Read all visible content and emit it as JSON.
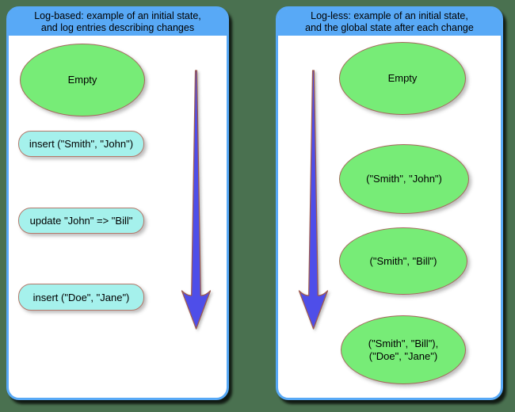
{
  "colors": {
    "background": "#4A7150",
    "panel_background": "#FFFFFF",
    "panel_border": "#58A9F6",
    "header_background": "#58A9F6",
    "state_ellipse_fill": "#77EC77",
    "state_ellipse_border": "#A5685C",
    "log_box_fill": "#A5F1EC",
    "log_box_border": "#B4796B",
    "arrow_fill": "#4E4EE9",
    "arrow_outline": "#9D5A4F",
    "text": "#000000"
  },
  "left_panel": {
    "title_line1": "Log-based: example of an initial state,",
    "title_line2": "and log entries describing changes",
    "initial_state": "Empty",
    "log_entries": [
      "insert (\"Smith\", \"John\")",
      "update \"John\" => \"Bill\"",
      "insert (\"Doe\", \"Jane\")"
    ]
  },
  "right_panel": {
    "title_line1": "Log-less: example of an initial state,",
    "title_line2": "and the global state after each change",
    "states": [
      {
        "lines": [
          "Empty"
        ]
      },
      {
        "lines": [
          "(\"Smith\", \"John\")"
        ]
      },
      {
        "lines": [
          "(\"Smith\", \"Bill\")"
        ]
      },
      {
        "lines": [
          "(\"Smith\", \"Bill\"),",
          "(\"Doe\", \"Jane\")"
        ]
      }
    ]
  }
}
